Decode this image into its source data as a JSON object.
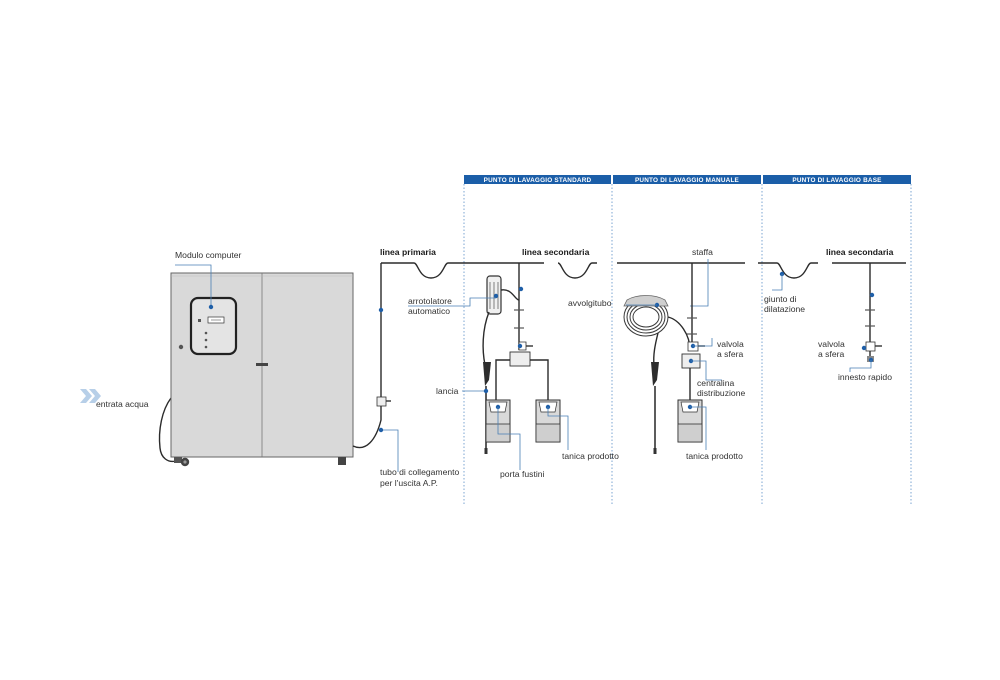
{
  "colors": {
    "accent": "#1b5ea8",
    "cabinet": "#d9d9d9",
    "pipe": "#2b2b2b",
    "lead": "#4a7fb5",
    "chevrons": "#b7cfe8"
  },
  "sections": [
    {
      "title": "PUNTO DI LAVAGGIO STANDARD"
    },
    {
      "title": "PUNTO DI LAVAGGIO MANUALE"
    },
    {
      "title": "PUNTO DI LAVAGGIO BASE"
    }
  ],
  "labels": {
    "modulo_computer": "Modulo computer",
    "entrata_acqua": "entrata acqua",
    "tubo_1": "tubo di collegamento",
    "tubo_2": "per l'uscita A.P.",
    "linea_primaria": "linea primaria",
    "linea_secondaria_1": "linea secondaria",
    "arrotolatore_1": "arrotolatore",
    "arrotolatore_2": "automatico",
    "lancia": "lancia",
    "porta_fustini": "porta fustini",
    "tanica_prodotto_1": "tanica prodotto",
    "staffa": "staffa",
    "avvolgitubo": "avvolgitubo",
    "valvola_1a": "valvola",
    "valvola_1b": "a sfera",
    "centralina_1": "centralina",
    "centralina_2": "distribuzione",
    "tanica_prodotto_2": "tanica prodotto",
    "linea_secondaria_2": "linea secondaria",
    "giunto_1": "giunto di",
    "giunto_2": "dilatazione",
    "valvola_2a": "valvola",
    "valvola_2b": "a sfera",
    "innesto_rapido": "innesto rapido"
  }
}
